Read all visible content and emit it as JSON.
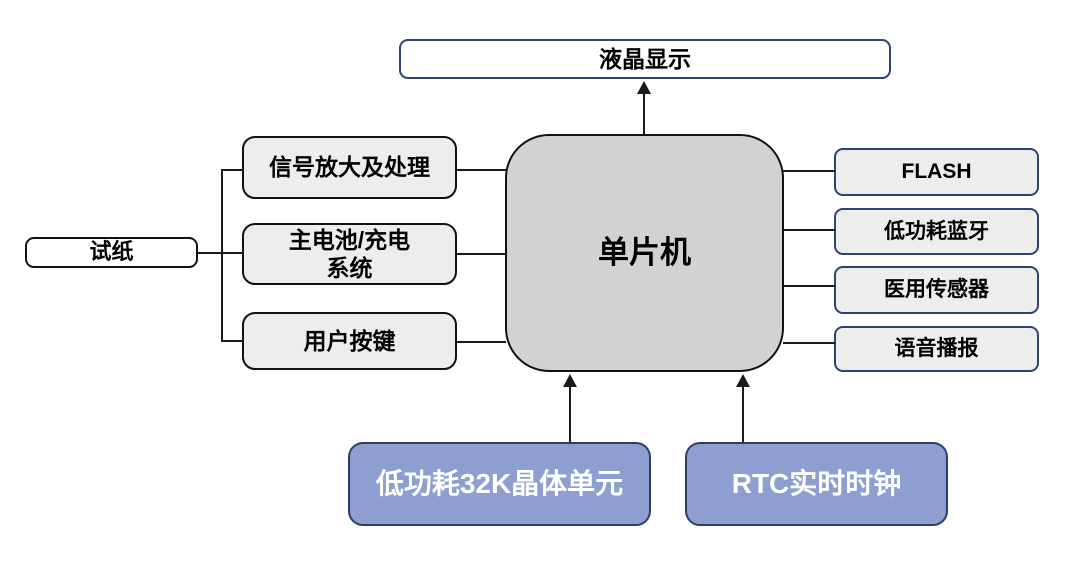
{
  "diagram": {
    "title": "MCU block diagram",
    "nodes": {
      "lcd": {
        "label": "液晶显示"
      },
      "mcu": {
        "label": "单片机"
      },
      "strip": {
        "label": "试纸"
      },
      "left_modules": [
        {
          "label": "信号放大及处理"
        },
        {
          "label": "主电池/充电\n系统"
        },
        {
          "label": "用户按键"
        }
      ],
      "right_modules": [
        {
          "label": "FLASH"
        },
        {
          "label": "低功耗蓝牙"
        },
        {
          "label": "医用传感器"
        },
        {
          "label": "语音播报"
        }
      ],
      "bottom_modules": [
        {
          "label": "低功耗32K晶体单元"
        },
        {
          "label": "RTC实时时钟"
        }
      ]
    },
    "edges": [
      {
        "from": "单片机",
        "to": "液晶显示",
        "arrow": true
      },
      {
        "from": "试纸",
        "to": "信号放大及处理",
        "arrow": false
      },
      {
        "from": "试纸",
        "to": "主电池/充电系统",
        "arrow": false
      },
      {
        "from": "试纸",
        "to": "用户按键",
        "arrow": false
      },
      {
        "from": "信号放大及处理",
        "to": "单片机",
        "arrow": false
      },
      {
        "from": "主电池/充电系统",
        "to": "单片机",
        "arrow": false
      },
      {
        "from": "用户按键",
        "to": "单片机",
        "arrow": false
      },
      {
        "from": "单片机",
        "to": "FLASH",
        "arrow": false
      },
      {
        "from": "单片机",
        "to": "低功耗蓝牙",
        "arrow": false
      },
      {
        "from": "单片机",
        "to": "医用传感器",
        "arrow": false
      },
      {
        "from": "单片机",
        "to": "语音播报",
        "arrow": false
      },
      {
        "from": "低功耗32K晶体单元",
        "to": "单片机",
        "arrow": true
      },
      {
        "from": "RTC实时时钟",
        "to": "单片机",
        "arrow": true
      }
    ],
    "colors": {
      "line_color": "#1a1a1a",
      "navy_border": "#2e4470",
      "black_border": "#111111",
      "gray_fill": "#d2d2d2",
      "light_fill": "#ededed",
      "blue_fill": "#8c9fd0",
      "blue_border": "#2f3e63",
      "white_fill": "#ffffff"
    }
  }
}
